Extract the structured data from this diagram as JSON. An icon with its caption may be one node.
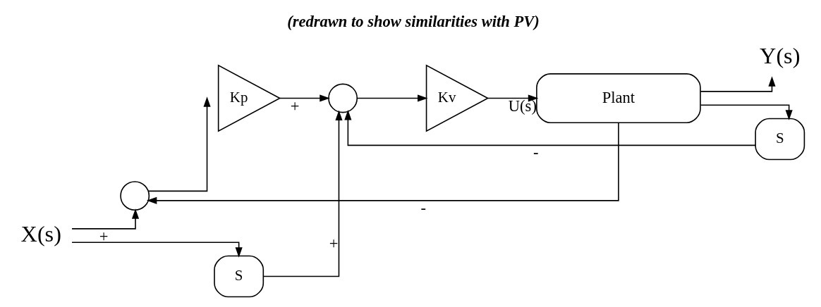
{
  "diagram": {
    "title": "(redrawn to show similarities with PV)",
    "nodes": [
      {
        "text": [
          "X(s)"
        ]
      },
      {
        "text": [],
        "shape": "circle"
      },
      {
        "text": [
          "Kp"
        ]
      },
      {
        "text": [],
        "shape": "circle"
      },
      {
        "text": [
          "S"
        ]
      },
      {
        "text": [
          "Kv"
        ]
      },
      {
        "text": [
          "Plant"
        ]
      },
      {
        "text": [
          "Y(s)"
        ]
      },
      {
        "text": [
          "S"
        ]
      }
    ],
    "edges": [
      {
        "from": 0,
        "to": 1,
        "arrow": "to",
        "label": "+"
      },
      {
        "from": 0,
        "to": 4,
        "arrow": "to"
      },
      {
        "from": 1,
        "to": 2,
        "arrow": "to"
      },
      {
        "from": 2,
        "to": 3,
        "arrow": "to",
        "label": "+"
      },
      {
        "from": 4,
        "to": 3,
        "arrow": "to",
        "label": "+"
      },
      {
        "from": 3,
        "to": 5,
        "arrow": "to"
      },
      {
        "from": 5,
        "to": 6,
        "arrow": "to",
        "label": "U(s)"
      },
      {
        "from": 6,
        "to": 7,
        "arrow": "to"
      },
      {
        "from": 6,
        "to": 8,
        "arrow": "to"
      },
      {
        "from": 8,
        "to": 3,
        "arrow": "to",
        "label": "-"
      },
      {
        "from": 6,
        "to": 1,
        "arrow": "to",
        "label": "-"
      }
    ]
  }
}
